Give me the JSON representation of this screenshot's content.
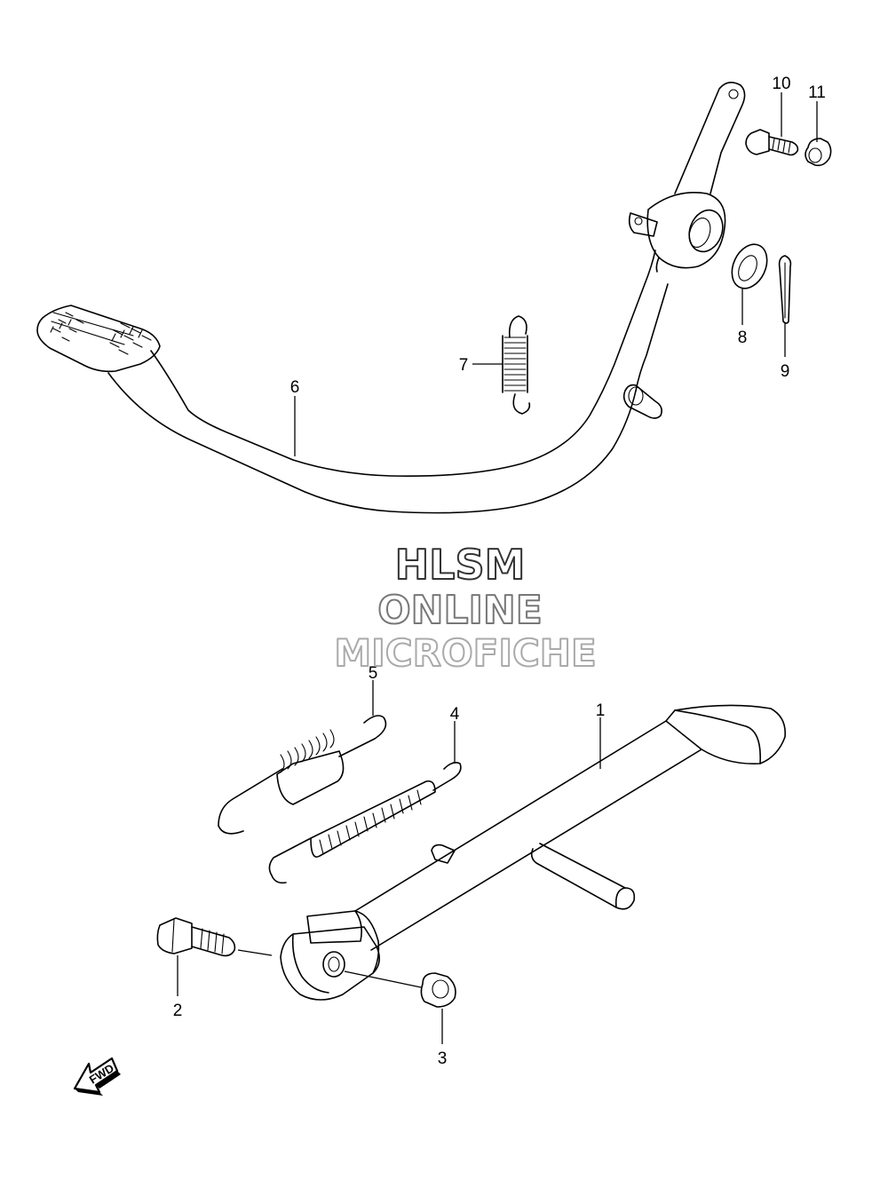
{
  "callouts": {
    "c1": "1",
    "c2": "2",
    "c3": "3",
    "c4": "4",
    "c5": "5",
    "c6": "6",
    "c7": "7",
    "c8": "8",
    "c9": "9",
    "c10": "10",
    "c11": "11"
  },
  "watermark": {
    "line1": "HLSM",
    "line2": "ONLINE",
    "line3": "MICROFICHE"
  },
  "fwd_label": "FWD"
}
